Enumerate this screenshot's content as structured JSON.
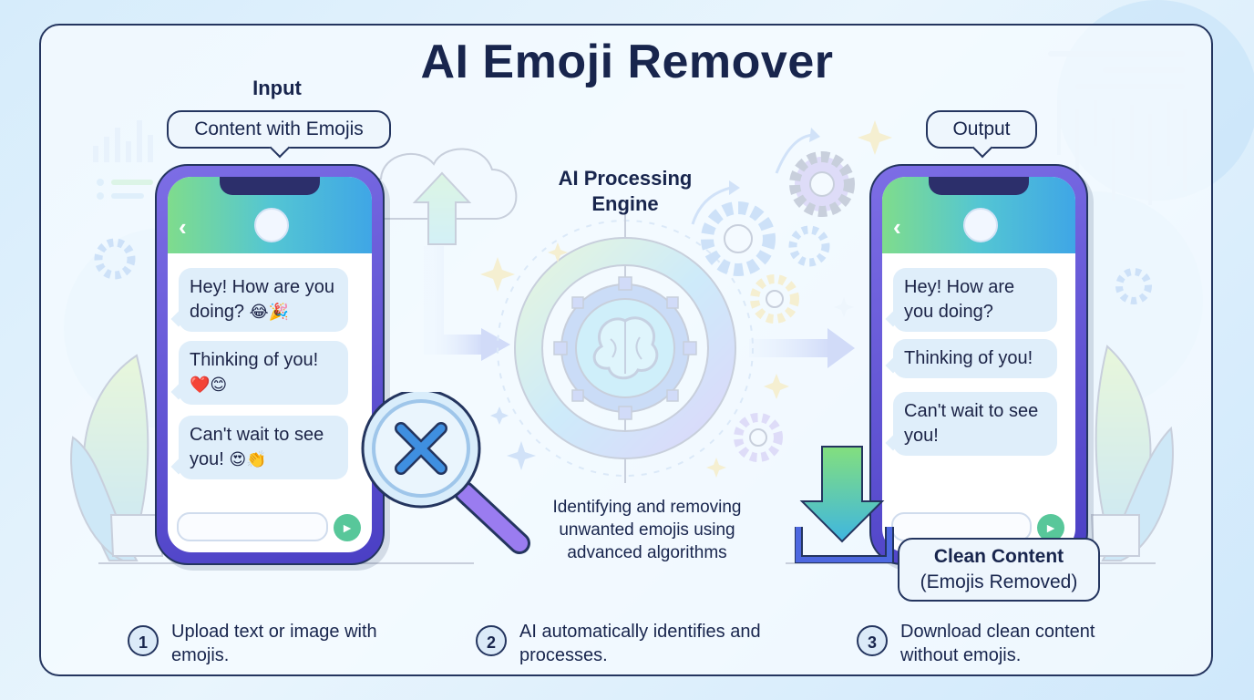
{
  "title": "AI Emoji Remover",
  "input": {
    "label": "Input",
    "pill": "Content with Emojis",
    "messages": [
      {
        "text": "Hey! How are you doing?",
        "emoji": "😂🎉"
      },
      {
        "text": "Thinking of you!",
        "emoji": "❤️😊"
      },
      {
        "text": "Can't wait to see you!",
        "emoji": "😍👏"
      }
    ]
  },
  "engine": {
    "title_line1": "AI Processing",
    "title_line2": "Engine",
    "caption": "Identifying and removing unwanted emojis using advanced algorithms"
  },
  "output": {
    "label": "Output",
    "messages": [
      {
        "text": "Hey! How are you doing?"
      },
      {
        "text": "Thinking of you!"
      },
      {
        "text": "Can't wait to see you!"
      }
    ],
    "result_line1": "Clean Content",
    "result_line2": "(Emojis Removed)"
  },
  "steps": [
    {
      "num": "1",
      "text": "Upload text or image with emojis."
    },
    {
      "num": "2",
      "text": "AI automatically identifies and processes."
    },
    {
      "num": "3",
      "text": "Download clean content without emojis."
    }
  ],
  "icons": {
    "upload": "upload-arrow-icon",
    "download": "download-tray-icon",
    "magnifier": "magnifier-x-icon",
    "brain": "brain-icon",
    "gear": "gear-icon",
    "sparkle": "sparkle-icon",
    "plant": "plant-icon"
  },
  "colors": {
    "outline": "#24355f",
    "phone": "#5b4fd1",
    "header_start": "#7fdc8c",
    "header_end": "#3fa6e6",
    "bubble": "#dfeefa",
    "arrow": "#4d68e0",
    "sparkle": "#f2c230"
  }
}
